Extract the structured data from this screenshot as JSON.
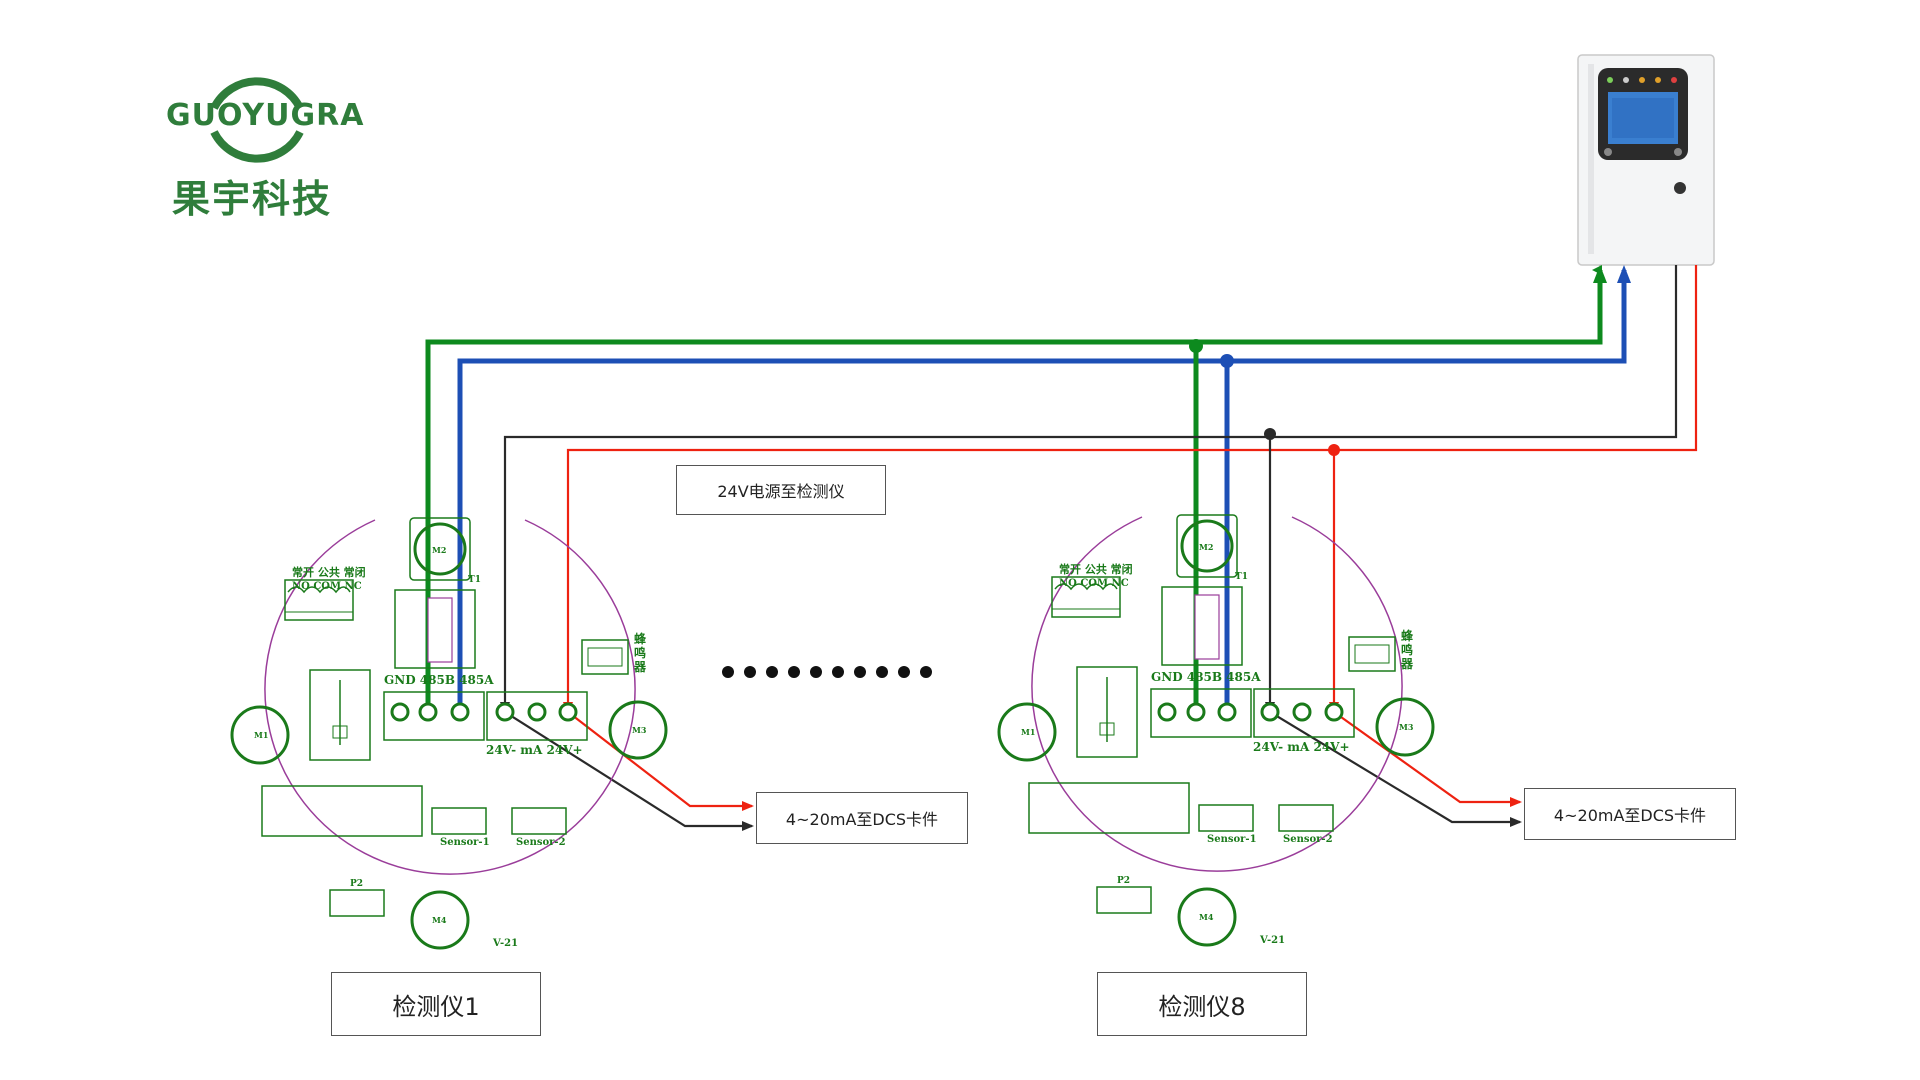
{
  "logo": {
    "en": "GUOYUGRA",
    "cn": "果宇科技"
  },
  "labels": {
    "power_note": "24V电源至检测仪",
    "dcs_1": "4~20mA至DCS卡件",
    "dcs_2": "4~20mA至DCS卡件",
    "detector_1": "检测仪1",
    "detector_8": "检测仪8"
  },
  "board": {
    "relay_cn": [
      "常开",
      "公共",
      "常闭"
    ],
    "relay_en": [
      "NO",
      "COM",
      "NC"
    ],
    "comm_terminal": "GND  485B  485A",
    "power_terminal": "24V-  mA  24V+",
    "buzzer": [
      "蜂",
      "鸣",
      "器"
    ],
    "sensor_1": "Sensor-1",
    "sensor_2": "Sensor-2",
    "p2": "P2",
    "t1": "T1",
    "version": "V-21",
    "holes": [
      "M2",
      "M1",
      "M3",
      "M4"
    ]
  },
  "colors": {
    "green_wire": "#0d8a1e",
    "blue_wire": "#1d4fb5",
    "black_wire": "#2a2a2a",
    "red_wire": "#ee2211",
    "pcb": "#1a7a1a",
    "board_outline": "#9a3d9a"
  }
}
